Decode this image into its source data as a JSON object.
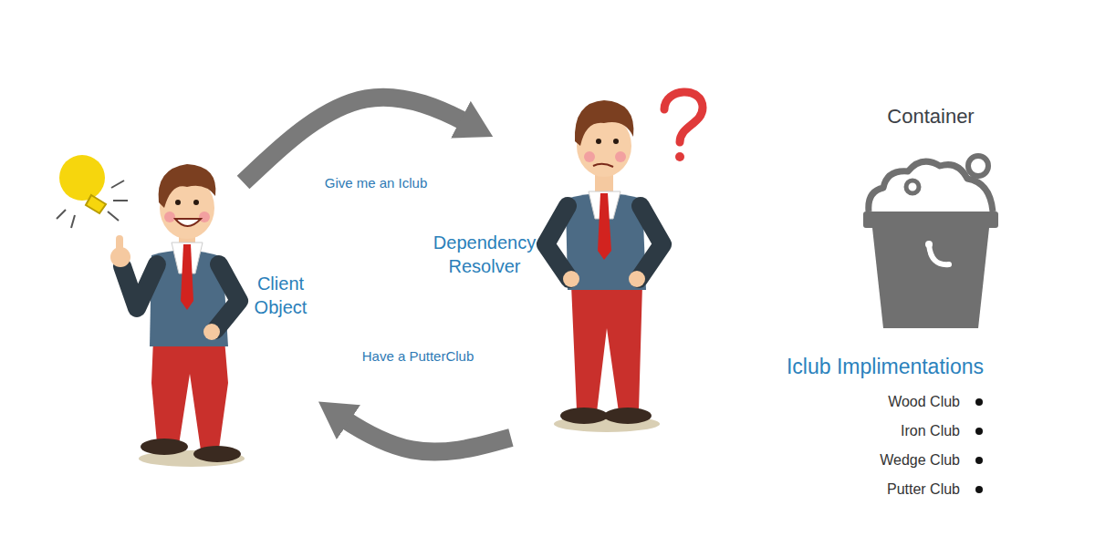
{
  "diagram": {
    "nodes": [
      {
        "text": [
          "Client Object"
        ]
      },
      {
        "text": [
          "Dependency Resolver"
        ]
      },
      {
        "text": [
          "Container"
        ]
      }
    ],
    "edges": [
      {
        "from": 0,
        "to": 1,
        "label": "Give me an Iclub",
        "arrow": "to"
      },
      {
        "from": 1,
        "to": 0,
        "label": "Have a PutterClub",
        "arrow": "to"
      }
    ],
    "labels": [
      "Iclub Implimentations",
      "Wood Club",
      "Iron Club",
      "Wedge Club",
      "Putter Club"
    ]
  }
}
